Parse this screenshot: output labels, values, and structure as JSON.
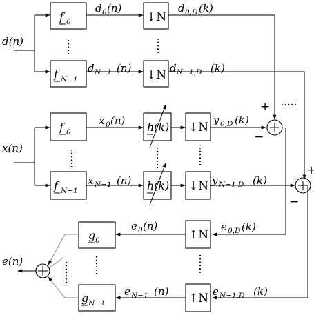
{
  "diagram": {
    "signals": {
      "d": "d(n)",
      "x": "x(n)",
      "e": "e(n)",
      "d_first": "d",
      "d_first_sub": "0",
      "d_first_arg": "(n)",
      "d_last": "d",
      "d_last_sub": "N−1",
      "d_last_arg": "(n)",
      "dD_first": "d",
      "dD_first_sub": "0,D",
      "dD_first_arg": "(k)",
      "dD_last": "d",
      "dD_last_sub": "N−1,D",
      "dD_last_arg": "(k)",
      "x_first": "x",
      "x_first_sub": "0",
      "x_first_arg": "(n)",
      "x_last": "x",
      "x_last_sub": "N−1",
      "x_last_arg": "(n)",
      "yD_first": "y",
      "yD_first_sub": "0,D",
      "yD_first_arg": "(k)",
      "yD_last": "y",
      "yD_last_sub": "N−1,D",
      "yD_last_arg": "(k)",
      "eD_first": "e",
      "eD_first_sub": "0,D",
      "eD_first_arg": "(k)",
      "eD_last": "e",
      "eD_last_sub": "N−1,D",
      "eD_last_arg": "(k)",
      "e_first": "e",
      "e_first_sub": "0",
      "e_first_arg": "(n)",
      "e_last": "e",
      "e_last_sub": "N−1",
      "e_last_arg": "(n)"
    },
    "blocks": {
      "f_sym": "f",
      "f_first_sub": "0",
      "f_last_sub": "N−1",
      "h_sym": "h",
      "h_arg": "(k)",
      "g_sym": "g",
      "g_first_sub": "0",
      "g_last_sub": "N−1",
      "down": "↓N",
      "up": "↑N"
    },
    "signs": {
      "plus": "+",
      "minus": "−",
      "sum": "+"
    }
  }
}
